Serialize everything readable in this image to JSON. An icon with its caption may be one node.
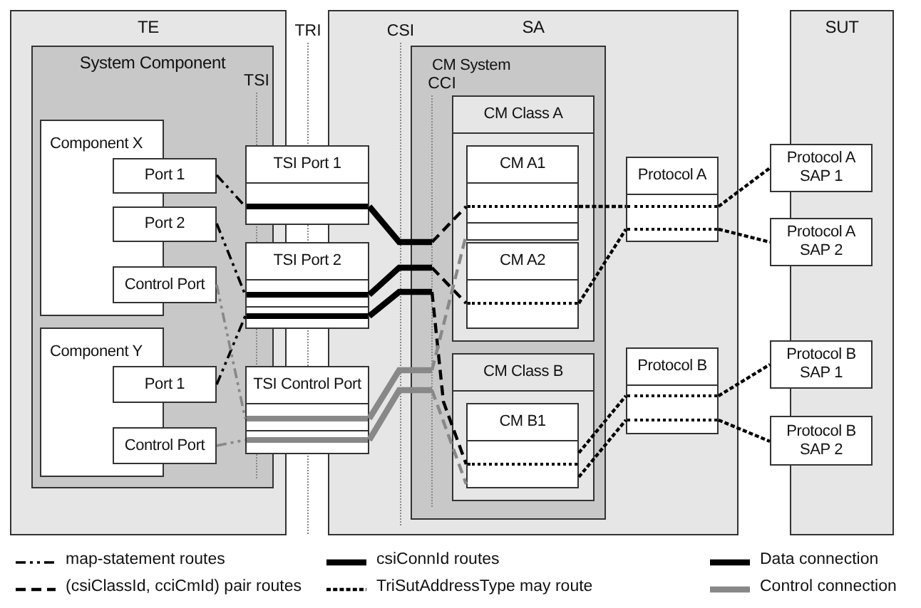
{
  "diagram": {
    "nodes": [
      {
        "text": [
          "TE"
        ]
      },
      {
        "text": [
          "System Component"
        ],
        "in": 0
      },
      {
        "text": [
          "Component X"
        ],
        "in": 1
      },
      {
        "text": [
          "Port 1"
        ],
        "in": 1
      },
      {
        "text": [
          "Port 2"
        ],
        "in": 1
      },
      {
        "text": [
          "Control  Port"
        ],
        "in": 1
      },
      {
        "text": [
          "Component Y"
        ],
        "in": 1
      },
      {
        "text": [
          "Port 1"
        ],
        "in": 1
      },
      {
        "text": [
          "Control  Port"
        ],
        "in": 1
      },
      {
        "text": [
          "TSI Port 1"
        ]
      },
      {
        "text": [
          "TSI Port 2"
        ]
      },
      {
        "text": [
          "TSI Control Port"
        ]
      },
      {
        "text": [
          "SA"
        ]
      },
      {
        "text": [
          "CM System"
        ],
        "in": 12
      },
      {
        "text": [
          "CM Class A"
        ],
        "in": 13
      },
      {
        "text": [
          "CM A1"
        ],
        "in": 14
      },
      {
        "text": [
          "CM A2"
        ],
        "in": 14
      },
      {
        "text": [
          "CM Class B"
        ],
        "in": 13
      },
      {
        "text": [
          "CM B1"
        ],
        "in": 17
      },
      {
        "text": [
          "Protocol A"
        ],
        "in": 12
      },
      {
        "text": [
          "Protocol B"
        ],
        "in": 12
      },
      {
        "text": [
          "SUT"
        ]
      },
      {
        "text": [
          "Protocol A SAP 1"
        ]
      },
      {
        "text": [
          "Protocol A SAP 2"
        ]
      },
      {
        "text": [
          "Protocol B SAP 1"
        ]
      },
      {
        "text": [
          "Protocol B SAP 2"
        ]
      }
    ],
    "edges": [
      {
        "from": 3,
        "to": 9,
        "arrow": "none",
        "style": "dashed"
      },
      {
        "from": 4,
        "to": 10,
        "arrow": "none",
        "style": "dashed"
      },
      {
        "from": 7,
        "to": 10,
        "arrow": "none",
        "style": "dashed"
      },
      {
        "from": 5,
        "to": 11,
        "arrow": "none",
        "style": "dashed",
        "color": "#888888"
      },
      {
        "from": 8,
        "to": 11,
        "arrow": "none",
        "style": "dashed",
        "color": "#888888"
      },
      {
        "from": 9,
        "to": null,
        "arrow": "none",
        "style": "thick"
      },
      {
        "from": 10,
        "to": null,
        "arrow": "none",
        "style": "thick"
      },
      {
        "from": 10,
        "to": null,
        "arrow": "none",
        "style": "thick"
      },
      {
        "from": 11,
        "to": null,
        "arrow": "none",
        "style": "thick",
        "color": "#888888"
      },
      {
        "from": 11,
        "to": null,
        "arrow": "none",
        "style": "thick",
        "color": "#888888"
      },
      {
        "from": null,
        "to": 15,
        "arrow": "none",
        "style": "dashed"
      },
      {
        "from": null,
        "to": 16,
        "arrow": "none",
        "style": "dashed"
      },
      {
        "from": null,
        "to": 18,
        "arrow": "none",
        "style": "dashed"
      },
      {
        "from": null,
        "to": 15,
        "arrow": "none",
        "style": "dashed",
        "color": "#888888"
      },
      {
        "from": null,
        "to": 18,
        "arrow": "none",
        "style": "dashed",
        "color": "#888888"
      },
      {
        "from": 15,
        "to": 19,
        "arrow": "none",
        "style": "dashed"
      },
      {
        "from": 16,
        "to": 19,
        "arrow": "none",
        "style": "dashed"
      },
      {
        "from": 19,
        "to": 22,
        "arrow": "none",
        "style": "dashed"
      },
      {
        "from": 19,
        "to": 23,
        "arrow": "none",
        "style": "dashed"
      },
      {
        "from": 18,
        "to": 20,
        "arrow": "none",
        "style": "dashed"
      },
      {
        "from": 18,
        "to": 20,
        "arrow": "none",
        "style": "dashed"
      },
      {
        "from": 20,
        "to": 24,
        "arrow": "none",
        "style": "dashed"
      },
      {
        "from": 20,
        "to": 25,
        "arrow": "none",
        "style": "dashed"
      }
    ],
    "labels": [
      "TRI",
      "CSI",
      "TSI",
      "CCI"
    ],
    "legend": [
      {
        "text": "map-statement routes"
      },
      {
        "text": "csiConnId routes"
      },
      {
        "text": "Data connection"
      },
      {
        "text": "(csiClassId, cciCmId) pair routes"
      },
      {
        "text": "TriSutAddressType may route"
      },
      {
        "text": "Control connection"
      }
    ]
  }
}
